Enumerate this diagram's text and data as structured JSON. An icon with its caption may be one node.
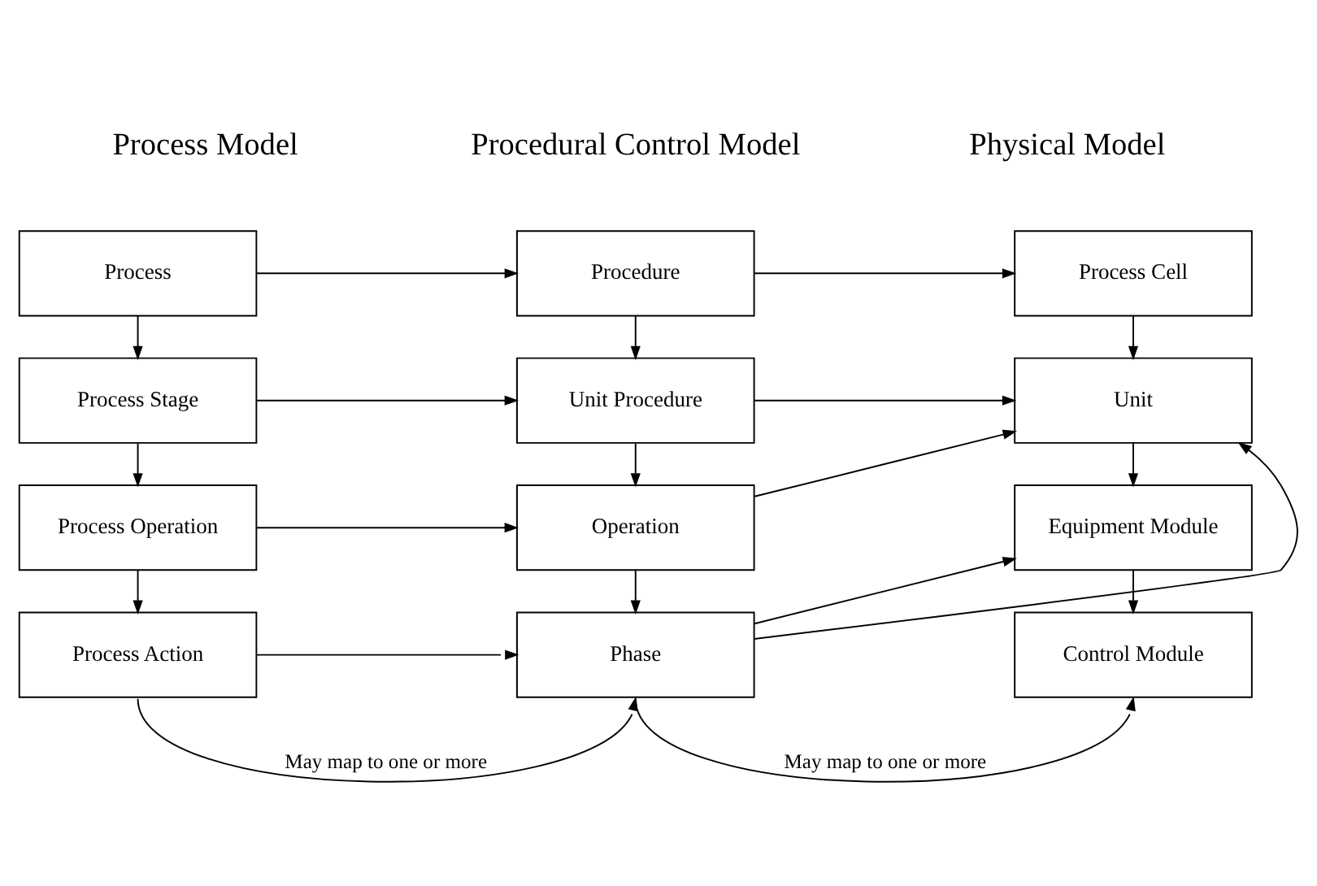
{
  "diagram": {
    "nodes": [
      {
        "text": [
          "Process"
        ]
      },
      {
        "text": [
          "Procedure"
        ]
      },
      {
        "text": [
          "Process Cell"
        ]
      },
      {
        "text": [
          "Process Stage"
        ]
      },
      {
        "text": [
          "Unit Procedure"
        ]
      },
      {
        "text": [
          "Unit"
        ]
      },
      {
        "text": [
          "Process Operation"
        ]
      },
      {
        "text": [
          "Operation"
        ]
      },
      {
        "text": [
          "Equipment Module"
        ]
      },
      {
        "text": [
          "Process Action"
        ]
      },
      {
        "text": [
          "Phase"
        ]
      },
      {
        "text": [
          "Control Module"
        ]
      }
    ],
    "edges": [
      {
        "from": 0,
        "to": 1,
        "arrow": "to"
      },
      {
        "from": 1,
        "to": 2,
        "arrow": "to"
      },
      {
        "from": 0,
        "to": 3,
        "arrow": "to"
      },
      {
        "from": 1,
        "to": 4,
        "arrow": "to"
      },
      {
        "from": 2,
        "to": 5,
        "arrow": "to"
      },
      {
        "from": 3,
        "to": 4,
        "arrow": "to"
      },
      {
        "from": 4,
        "to": 5,
        "arrow": "to"
      },
      {
        "from": 3,
        "to": 6,
        "arrow": "to"
      },
      {
        "from": 4,
        "to": 7,
        "arrow": "to"
      },
      {
        "from": 5,
        "to": 8,
        "arrow": "to"
      },
      {
        "from": 6,
        "to": 7,
        "arrow": "to"
      },
      {
        "from": 7,
        "to": 5,
        "arrow": "to"
      },
      {
        "from": 6,
        "to": 9,
        "arrow": "to"
      },
      {
        "from": 7,
        "to": 10,
        "arrow": "to"
      },
      {
        "from": 8,
        "to": 11,
        "arrow": "to"
      },
      {
        "from": 9,
        "to": 10,
        "arrow": "to"
      },
      {
        "from": 10,
        "to": 5,
        "arrow": "to"
      },
      {
        "from": 10,
        "to": 8,
        "arrow": "to"
      },
      {
        "from": 9,
        "to": 10,
        "arrow": "to",
        "label": "May map to one or more"
      },
      {
        "from": 10,
        "to": 11,
        "arrow": "to",
        "label": "May map to one or more"
      }
    ],
    "labels": [
      "Process Model",
      "Procedural Control Model",
      "Physical Model"
    ]
  }
}
